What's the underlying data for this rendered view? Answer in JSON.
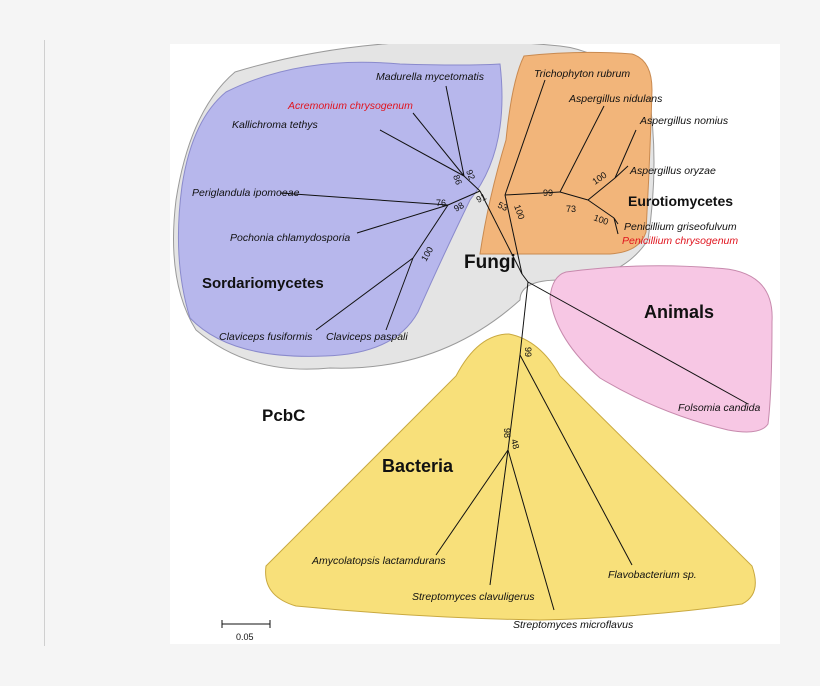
{
  "protein_label": "PcbC",
  "clades": {
    "fungi": "Fungi",
    "sordariomycetes": "Sordariomycetes",
    "eurotiomycetes": "Eurotiomycetes",
    "animals": "Animals",
    "bacteria": "Bacteria"
  },
  "taxa": {
    "madurella": "Madurella mycetomatis",
    "acremonium": "Acremonium chrysogenum",
    "kallichroma": "Kallichroma tethys",
    "periglandula": "Periglandula ipomoeae",
    "pochonia": "Pochonia chlamydosporia",
    "claviceps_fus": "Claviceps fusiformis",
    "claviceps_pas": "Claviceps paspali",
    "trichophyton": "Trichophyton rubrum",
    "asp_nidulans": "Aspergillus nidulans",
    "asp_nomius": "Aspergillus nomius",
    "asp_oryzae": "Aspergillus oryzae",
    "pen_griseo": "Penicillium griseofulvum",
    "pen_chryso": "Penicillium chrysogenum",
    "folsomia": "Folsomia candida",
    "amycolatopsis": "Amycolatopsis lactamdurans",
    "strep_clav": "Streptomyces clavuligerus",
    "strep_micro": "Streptomyces microflavus",
    "flavobacterium": "Flavobacterium sp."
  },
  "bootstrap": {
    "b92": "92",
    "b86": "86",
    "b76": "76",
    "b98": "98",
    "b100_sord": "100",
    "b91": "91",
    "b53": "53",
    "b100_root": "100",
    "b99": "99",
    "b73": "73",
    "b100_asp": "100",
    "b100_pen": "100",
    "b99_bact": "99",
    "b98_bact": "98",
    "b48": "48"
  },
  "scale_bar": "0.05",
  "highlight_color": "#e0141e",
  "colors": {
    "fungi": "#e4e4e4",
    "sordariomycetes": "#b7b7ec",
    "eurotiomycetes": "#f2b57a",
    "animals": "#f7c7e4",
    "bacteria": "#f8e07a"
  }
}
